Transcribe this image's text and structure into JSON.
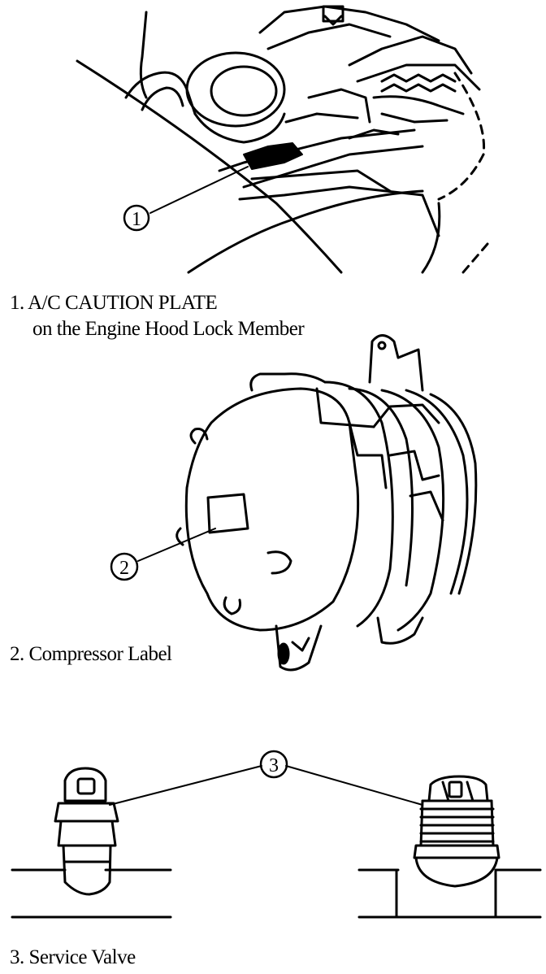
{
  "figures": [
    {
      "callout": "1",
      "caption_line1": "1. A/C CAUTION PLATE",
      "caption_line2": "on the Engine Hood Lock Member"
    },
    {
      "callout": "2",
      "caption_line1": "2. Compressor Label"
    },
    {
      "callout": "3",
      "caption_line1": "3. Service Valve"
    }
  ]
}
